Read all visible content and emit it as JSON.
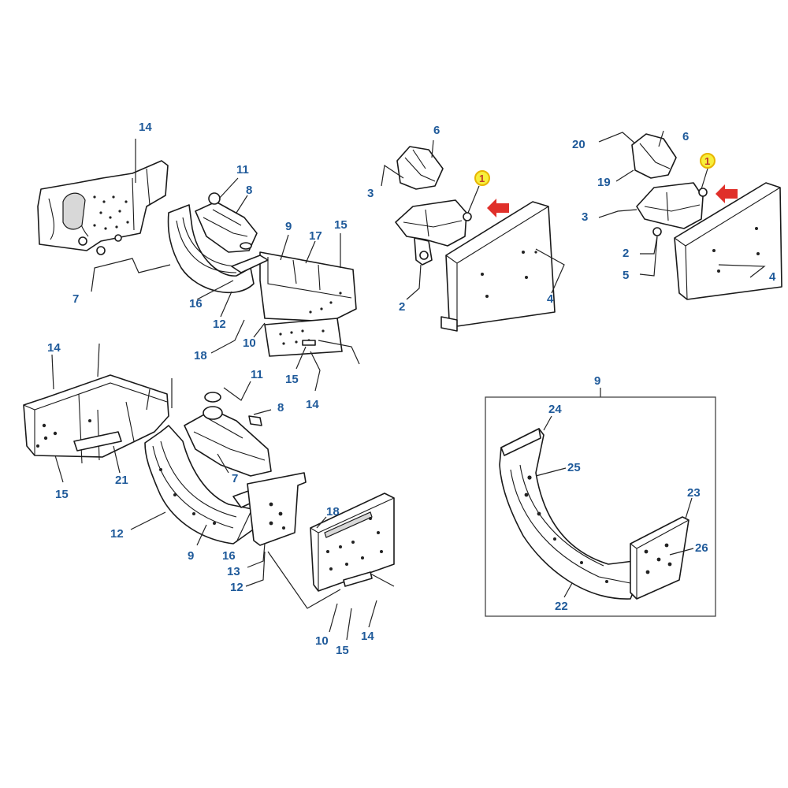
{
  "colors": {
    "callout": "#1f5a9a",
    "badge_fill": "#f7ef3c",
    "badge_ring": "#e8b400",
    "arrow": "#e0302a",
    "line": "#1a1a1a"
  },
  "badges": [
    {
      "label": "1"
    },
    {
      "label": "1"
    }
  ],
  "callouts": {
    "tl": [
      "14",
      "11",
      "8",
      "9",
      "17",
      "15",
      "7",
      "16",
      "12",
      "18",
      "10",
      "15",
      "14"
    ],
    "bl": [
      "14",
      "11",
      "8",
      "15",
      "21",
      "7",
      "12",
      "9",
      "16",
      "13",
      "12",
      "18",
      "10",
      "15",
      "14"
    ],
    "tm": [
      "6",
      "3",
      "2",
      "4"
    ],
    "tr": [
      "20",
      "6",
      "19",
      "3",
      "2",
      "5",
      "4"
    ],
    "inset": [
      "9",
      "24",
      "25",
      "23",
      "26",
      "22"
    ]
  }
}
